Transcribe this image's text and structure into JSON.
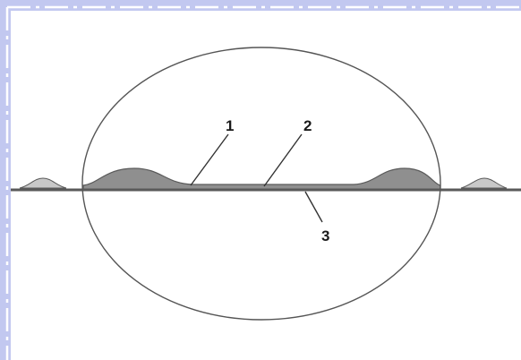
{
  "colors": {
    "frame": "#c2c8f0",
    "border_dash": "#ffffff",
    "background": "#ffffff",
    "line": "#5a5a5a",
    "deposit_fill": "#8f8f8f",
    "outer_bump_fill": "#c8c8c8"
  },
  "labels": [
    {
      "id": "1",
      "text": "1"
    },
    {
      "id": "2",
      "text": "2"
    },
    {
      "id": "3",
      "text": "3"
    }
  ]
}
